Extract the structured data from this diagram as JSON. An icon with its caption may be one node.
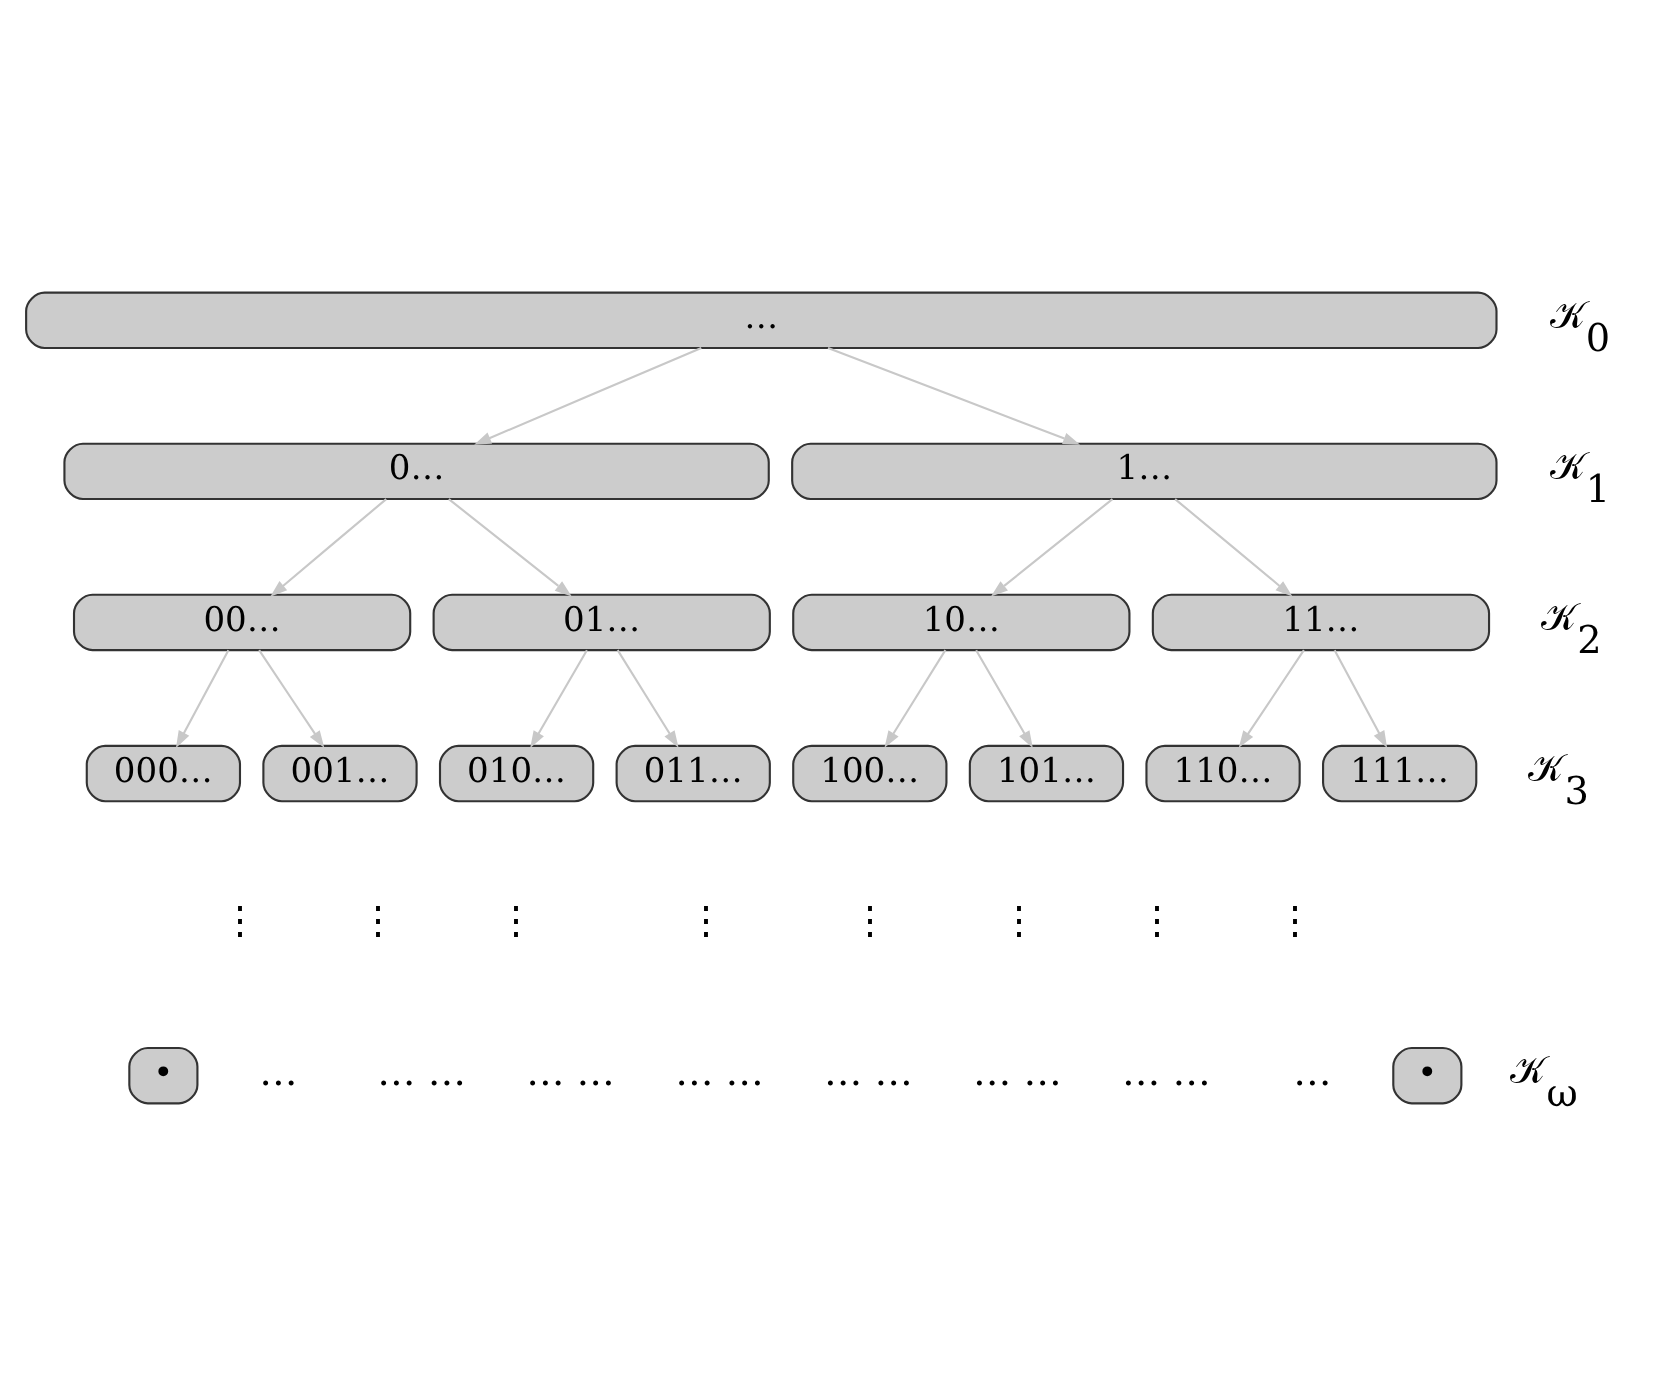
{
  "diagram": {
    "nodes": [
      {
        "text": [
          "…"
        ]
      },
      {
        "text": [
          "0…"
        ]
      },
      {
        "text": [
          "1…"
        ]
      },
      {
        "text": [
          "00…"
        ]
      },
      {
        "text": [
          "01…"
        ]
      },
      {
        "text": [
          "10…"
        ]
      },
      {
        "text": [
          "11…"
        ]
      },
      {
        "text": [
          "000…"
        ]
      },
      {
        "text": [
          "001…"
        ]
      },
      {
        "text": [
          "010…"
        ]
      },
      {
        "text": [
          "011…"
        ]
      },
      {
        "text": [
          "100…"
        ]
      },
      {
        "text": [
          "101…"
        ]
      },
      {
        "text": [
          "110…"
        ]
      },
      {
        "text": [
          "111…"
        ]
      },
      {
        "text": [
          "•"
        ]
      },
      {
        "text": [
          "•"
        ]
      }
    ],
    "edges": [
      {
        "from": 0,
        "to": 1,
        "arrow": "to"
      },
      {
        "from": 0,
        "to": 2,
        "arrow": "to"
      },
      {
        "from": 1,
        "to": 3,
        "arrow": "to"
      },
      {
        "from": 1,
        "to": 4,
        "arrow": "to"
      },
      {
        "from": 2,
        "to": 5,
        "arrow": "to"
      },
      {
        "from": 2,
        "to": 6,
        "arrow": "to"
      },
      {
        "from": 3,
        "to": 7,
        "arrow": "to"
      },
      {
        "from": 3,
        "to": 8,
        "arrow": "to"
      },
      {
        "from": 4,
        "to": 9,
        "arrow": "to"
      },
      {
        "from": 4,
        "to": 10,
        "arrow": "to"
      },
      {
        "from": 5,
        "to": 11,
        "arrow": "to"
      },
      {
        "from": 5,
        "to": 12,
        "arrow": "to"
      },
      {
        "from": 6,
        "to": 13,
        "arrow": "to"
      },
      {
        "from": 6,
        "to": 14,
        "arrow": "to"
      }
    ],
    "labels": [
      "𝒦$_{0}$",
      "𝒦$_{1}$",
      "𝒦$_{2}$",
      "𝒦$_{3}$",
      "⋮",
      "⋮",
      "⋮",
      "⋮",
      "⋮",
      "⋮",
      "⋮",
      "⋮",
      "…",
      "… …",
      "… …",
      "… …",
      "… …",
      "… …",
      "… …",
      "…",
      "𝒦$_{ω}$"
    ]
  }
}
